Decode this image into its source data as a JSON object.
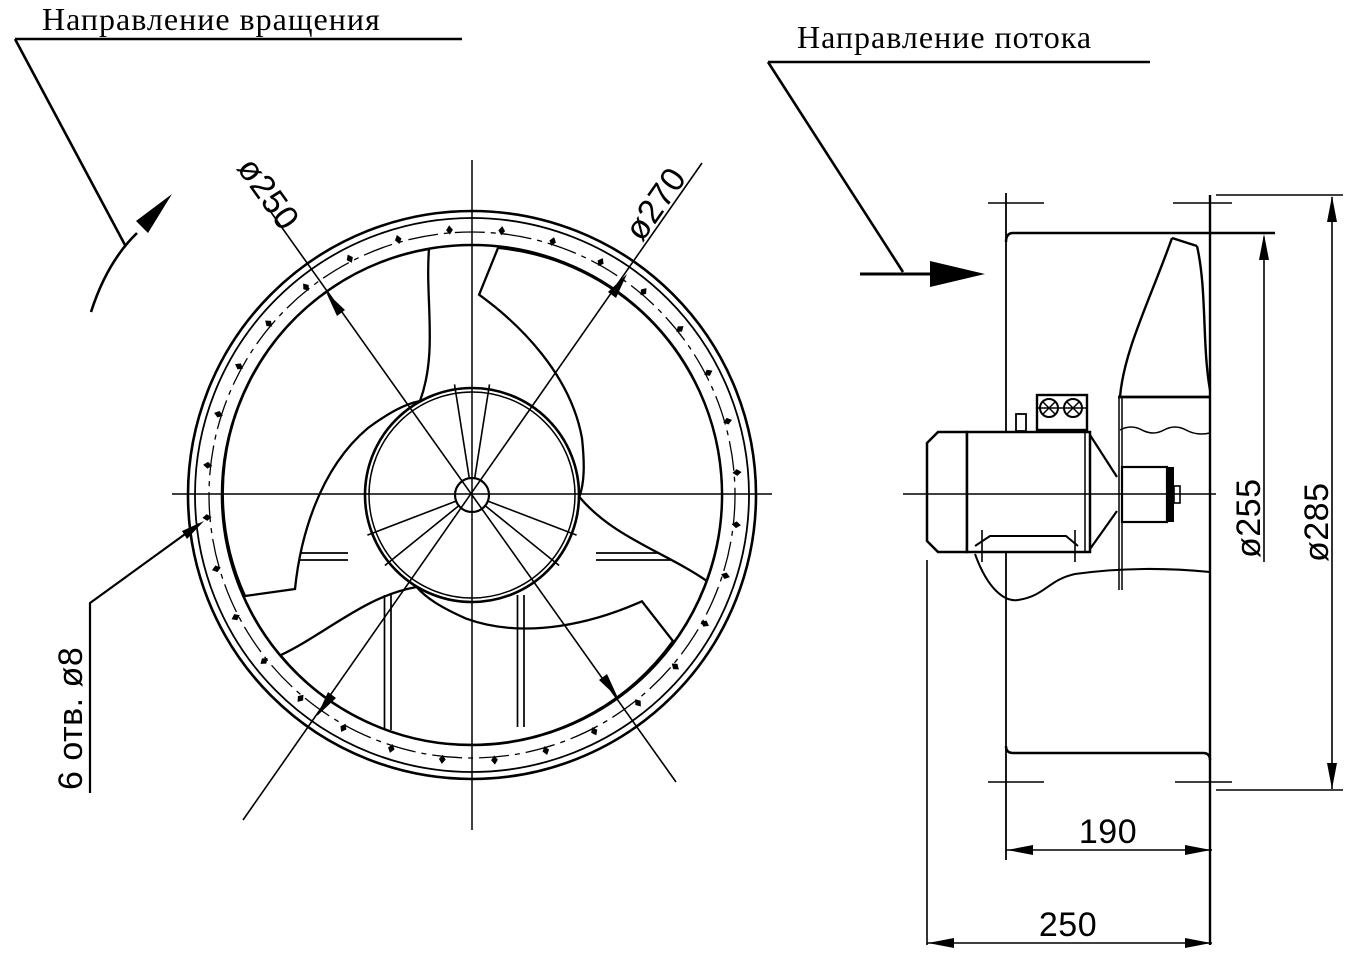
{
  "drawing": {
    "front_view": {
      "rotation_label": "Направление вращения",
      "dim_inner_circle": "ø250",
      "dim_bolt_circle": "ø270",
      "holes_note": "6 отв. ø8"
    },
    "side_view": {
      "flow_label": "Направление потока",
      "dim_duct": "ø255",
      "dim_flange": "ø285",
      "dim_depth": "190",
      "dim_length": "250"
    },
    "colors": {
      "line": "#000000",
      "background": "#ffffff"
    }
  }
}
